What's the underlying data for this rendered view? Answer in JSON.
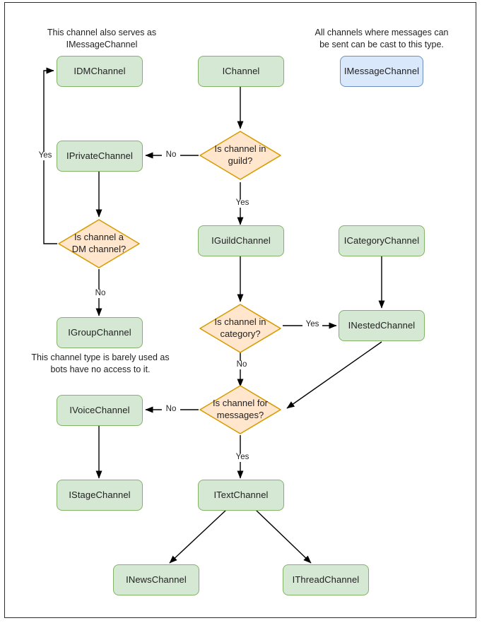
{
  "diagram": {
    "title": "Discord channel interface decision flowchart",
    "colors": {
      "green_fill": "#d5e8d4",
      "green_stroke": "#82b366",
      "blue_fill": "#dae8fc",
      "blue_stroke": "#6c8ebf",
      "decision_fill": "#ffe6cc",
      "decision_stroke": "#d79b00",
      "edge_stroke": "#000000",
      "page_border": "#2b2b2b",
      "background": "#ffffff"
    },
    "notes": [
      {
        "id": "note-dm",
        "text": "This channel also serves as IMessageChannel"
      },
      {
        "id": "note-message",
        "text": "All channels where messages can be sent can be cast to this type."
      },
      {
        "id": "note-group",
        "text": "This channel type is barely used as bots have no access to it."
      }
    ],
    "nodes": [
      {
        "id": "idmchannel",
        "label": "IDMChannel",
        "shape": "box",
        "style": "green"
      },
      {
        "id": "ichannel",
        "label": "IChannel",
        "shape": "box",
        "style": "green"
      },
      {
        "id": "imessagechannel",
        "label": "IMessageChannel",
        "shape": "box",
        "style": "blue"
      },
      {
        "id": "iprivatechannel",
        "label": "IPrivateChannel",
        "shape": "box",
        "style": "green"
      },
      {
        "id": "igroupchannel",
        "label": "IGroupChannel",
        "shape": "box",
        "style": "green"
      },
      {
        "id": "iguildchannel",
        "label": "IGuildChannel",
        "shape": "box",
        "style": "green"
      },
      {
        "id": "icategorychannel",
        "label": "ICategoryChannel",
        "shape": "box",
        "style": "green"
      },
      {
        "id": "inestedchannel",
        "label": "INestedChannel",
        "shape": "box",
        "style": "green"
      },
      {
        "id": "ivoicechannel",
        "label": "IVoiceChannel",
        "shape": "box",
        "style": "green"
      },
      {
        "id": "istagechannel",
        "label": "IStageChannel",
        "shape": "box",
        "style": "green"
      },
      {
        "id": "itextchannel",
        "label": "ITextChannel",
        "shape": "box",
        "style": "green"
      },
      {
        "id": "inewschannel",
        "label": "INewsChannel",
        "shape": "box",
        "style": "green"
      },
      {
        "id": "ithreadchannel",
        "label": "IThreadChannel",
        "shape": "box",
        "style": "green"
      }
    ],
    "decisions": [
      {
        "id": "d-guild",
        "line1": "Is channel in",
        "line2": "guild?"
      },
      {
        "id": "d-dm",
        "line1": "Is channel a",
        "line2": "DM channel?"
      },
      {
        "id": "d-category",
        "line1": "Is channel in",
        "line2": "category?"
      },
      {
        "id": "d-messages",
        "line1": "Is channel for",
        "line2": "messages?"
      }
    ],
    "edge_labels": [
      {
        "id": "lbl-guild-no",
        "text": "No"
      },
      {
        "id": "lbl-guild-yes",
        "text": "Yes"
      },
      {
        "id": "lbl-dm-yes",
        "text": "Yes"
      },
      {
        "id": "lbl-dm-no",
        "text": "No"
      },
      {
        "id": "lbl-category-yes",
        "text": "Yes"
      },
      {
        "id": "lbl-category-no",
        "text": "No"
      },
      {
        "id": "lbl-messages-no",
        "text": "No"
      },
      {
        "id": "lbl-messages-yes",
        "text": "Yes"
      }
    ]
  }
}
